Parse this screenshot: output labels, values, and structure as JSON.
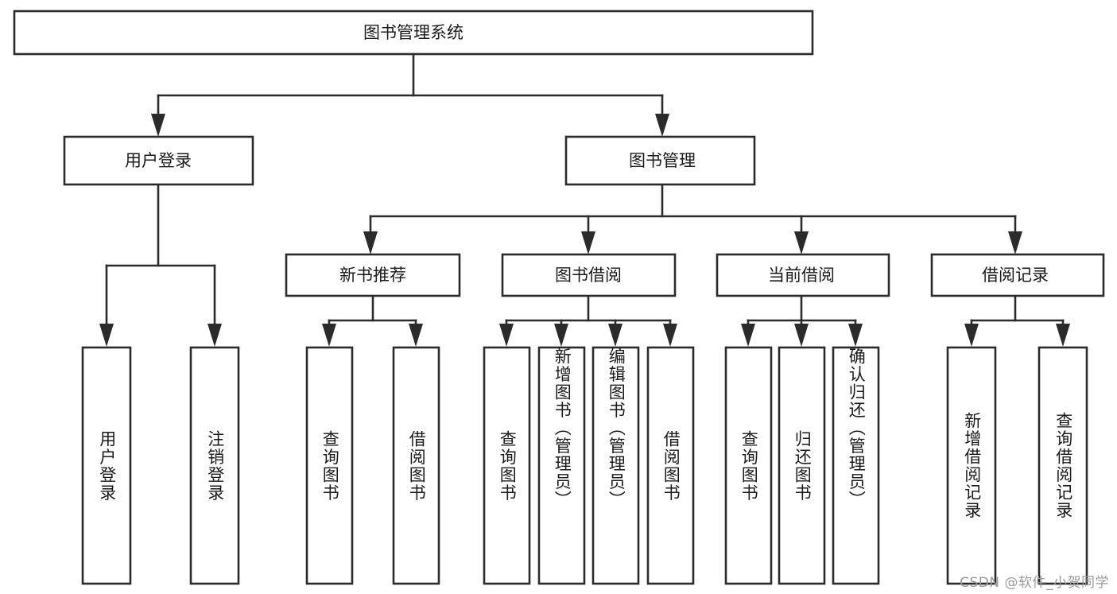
{
  "diagram": {
    "title": "图书管理系统",
    "type": "tree-hierarchy-diagram",
    "root": {
      "label": "图书管理系统",
      "id": "root"
    },
    "level1": [
      {
        "id": "user-login",
        "label": "用户登录"
      },
      {
        "id": "book-management",
        "label": "图书管理"
      }
    ],
    "level2": [
      {
        "id": "new-book-recommend",
        "label": "新书推荐",
        "parent": "book-management"
      },
      {
        "id": "book-borrow",
        "label": "图书借阅",
        "parent": "book-management"
      },
      {
        "id": "current-borrow",
        "label": "当前借阅",
        "parent": "book-management"
      },
      {
        "id": "borrow-record",
        "label": "借阅记录",
        "parent": "book-management"
      }
    ],
    "leaves": {
      "user-login": [
        {
          "id": "leaf-user-login",
          "label": "用户登录"
        },
        {
          "id": "leaf-logout",
          "label": "注销登录"
        }
      ],
      "new-book-recommend": [
        {
          "id": "leaf-query-book-1",
          "label": "查询图书"
        },
        {
          "id": "leaf-borrow-book-1",
          "label": "借阅图书"
        }
      ],
      "book-borrow": [
        {
          "id": "leaf-query-book-2",
          "label": "查询图书"
        },
        {
          "id": "leaf-add-book",
          "label": "新增图书（管理员）"
        },
        {
          "id": "leaf-edit-book",
          "label": "编辑图书（管理员）"
        },
        {
          "id": "leaf-borrow-book-2",
          "label": "借阅图书"
        }
      ],
      "current-borrow": [
        {
          "id": "leaf-query-book-3",
          "label": "查询图书"
        },
        {
          "id": "leaf-return-book",
          "label": "归还图书"
        },
        {
          "id": "leaf-confirm-return",
          "label": "确认归还（管理员）"
        }
      ],
      "borrow-record": [
        {
          "id": "leaf-add-record",
          "label": "新增借阅记录"
        },
        {
          "id": "leaf-query-record",
          "label": "查询借阅记录"
        }
      ]
    },
    "colors": {
      "box_stroke": "#2b2b2b",
      "box_fill": "#ffffff",
      "text": "#1a1a1a",
      "background": "#ffffff",
      "watermark": "#9a9a9a"
    }
  },
  "watermark": {
    "text": "CSDN @软件_小贺同学"
  }
}
